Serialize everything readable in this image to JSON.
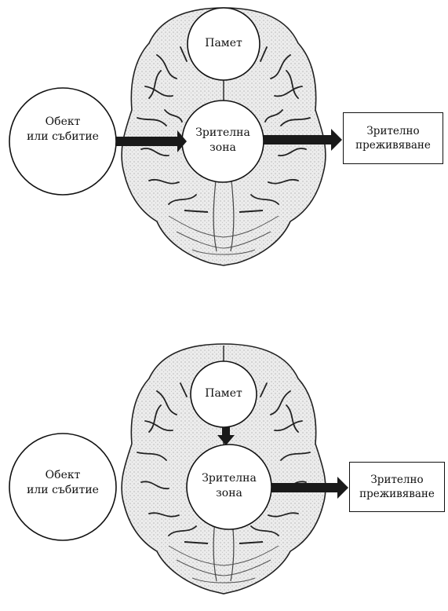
{
  "panels": [
    {
      "object_line1": "Обект",
      "object_line2": "или събитие",
      "memory": "Памет",
      "visual_line1": "Зрителна",
      "visual_line2": "зона",
      "experience_line1": "Зрително",
      "experience_line2": "преживяване"
    },
    {
      "object_line1": "Обект",
      "object_line2": "или събитие",
      "memory": "Памет",
      "visual_line1": "Зрителна",
      "visual_line2": "зона",
      "experience_line1": "Зрително",
      "experience_line2": "преживяване"
    }
  ],
  "colors": {
    "ink": "#111111",
    "brain_fill": "#e6e6e6",
    "arrow": "#1a1a1a"
  }
}
